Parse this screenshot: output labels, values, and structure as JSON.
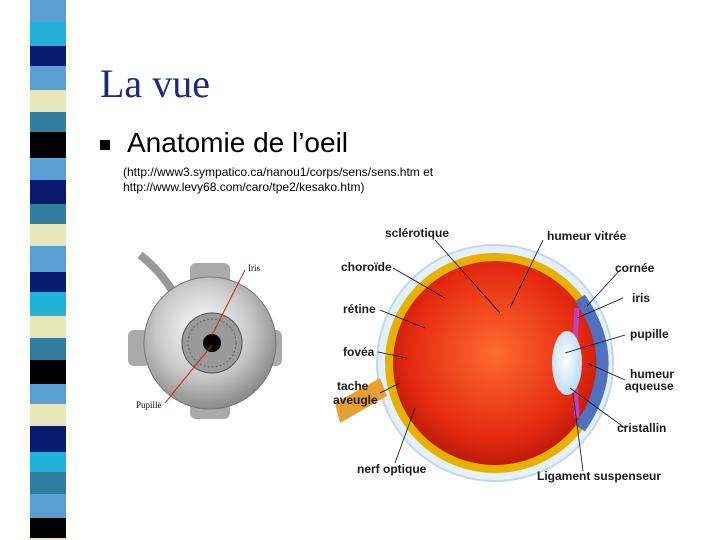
{
  "slide": {
    "title": "La vue",
    "bullet": "Anatomie de l’oeil",
    "sources": [
      "(http://www3.sympatico.ca/nanou1/corps/sens/sens.htm et",
      "http://www.levy68.com/caro/tpe2/kesako.htm)"
    ]
  },
  "figure_left": {
    "labels": {
      "iris": "Iris",
      "pupille": "Pupille"
    }
  },
  "figure_right": {
    "labels": {
      "sclerotique": "sclérotique",
      "humeur_vitree": "humeur vitrée",
      "choroide": "choroïde",
      "cornee": "cornée",
      "iris": "iris",
      "retine": "rétine",
      "pupille": "pupille",
      "fovea": "fovéa",
      "humeur_aqueuse_1": "humeur",
      "humeur_aqueuse_2": "aqueuse",
      "tache_aveugle_1": "tache",
      "tache_aveugle_2": "aveugle",
      "cristallin": "cristallin",
      "nerf_optique": "nerf optique",
      "ligament": "Ligament suspenseur"
    }
  },
  "colors": {
    "title": "#1e2a78",
    "stripe_palette": [
      "#0a1a6e",
      "#5a9fd4",
      "#e6e6b8",
      "#000000",
      "#20b2d8",
      "#2f7ea0"
    ]
  }
}
